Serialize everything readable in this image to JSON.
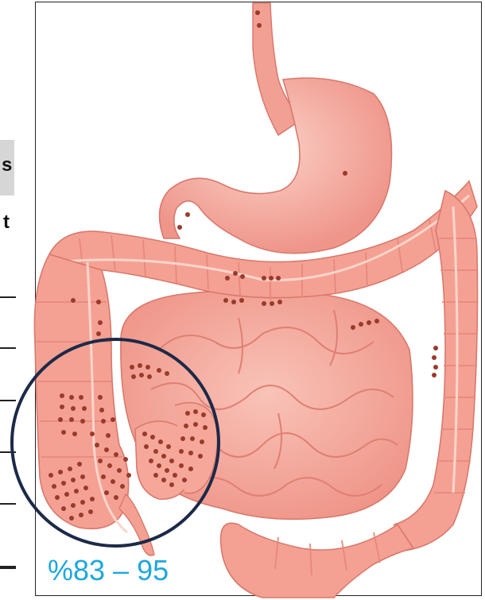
{
  "left_fragments": {
    "top": "s",
    "second": "t"
  },
  "caption": {
    "percentage_text": "%83 – 95"
  },
  "colors": {
    "tissue": "#f4a59a",
    "tissue_light": "#f9c9bf",
    "tissue_edge": "#d9786b",
    "dots": "#9a3a2a",
    "circle": "#1c2a48",
    "caption": "#1ea7dd"
  }
}
